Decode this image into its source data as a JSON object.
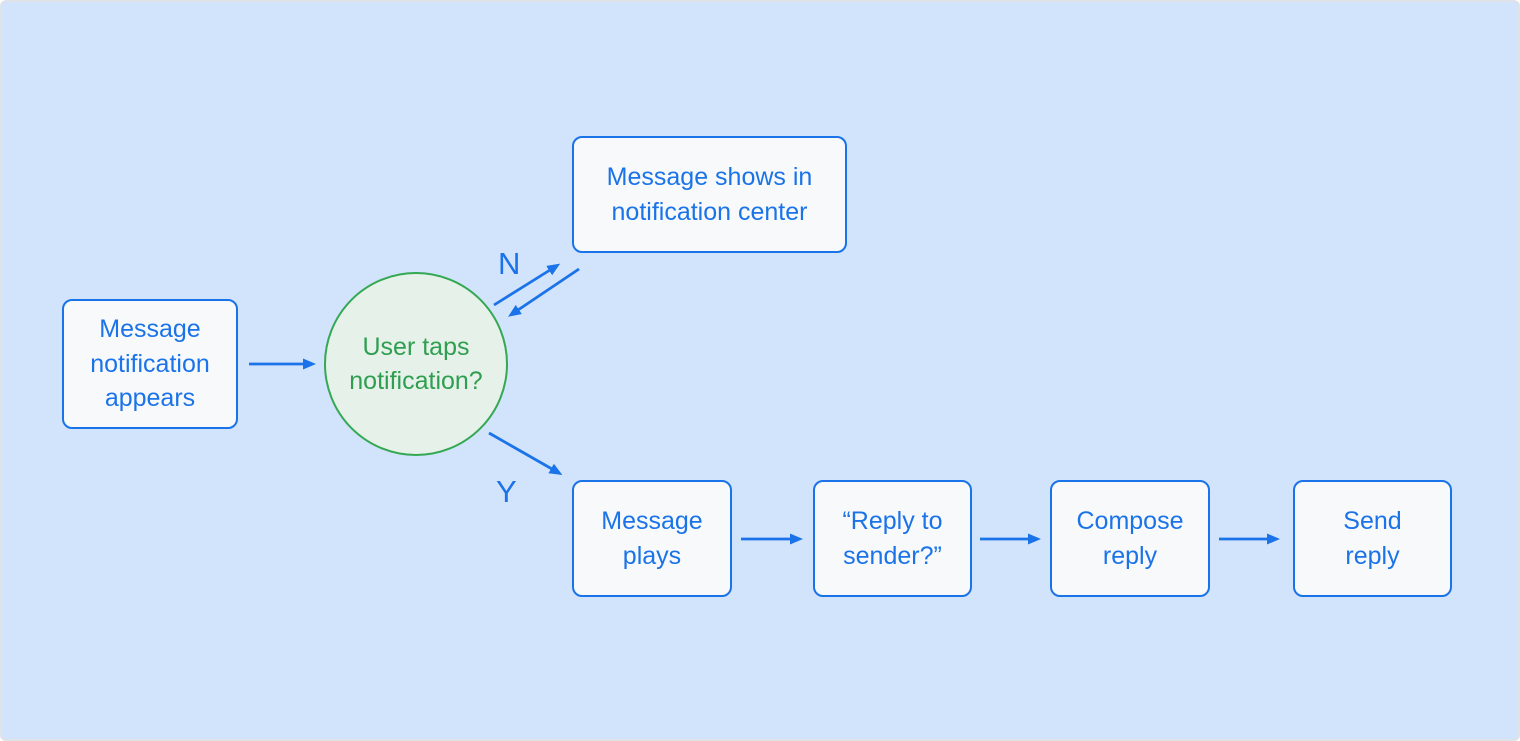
{
  "colors": {
    "background": "#d2e3fc",
    "node_fill": "#f8f9fb",
    "node_border": "#1a73e8",
    "node_text": "#1a73e8",
    "arrow": "#1a73e8",
    "decision_fill": "#e6f2e9",
    "decision_border": "#34a853",
    "decision_text": "#2f9e50"
  },
  "diagram": {
    "start": {
      "label": "Message\nnotification\nappears"
    },
    "decision": {
      "label": "User taps\nnotification?"
    },
    "notification_center": {
      "label": "Message shows in\nnotification center"
    },
    "message_plays": {
      "label": "Message\nplays"
    },
    "reply_prompt": {
      "label": "“Reply to\nsender?”"
    },
    "compose_reply": {
      "label": "Compose\nreply"
    },
    "send_reply": {
      "label": "Send\nreply"
    },
    "labels": {
      "no": "N",
      "yes": "Y"
    }
  }
}
